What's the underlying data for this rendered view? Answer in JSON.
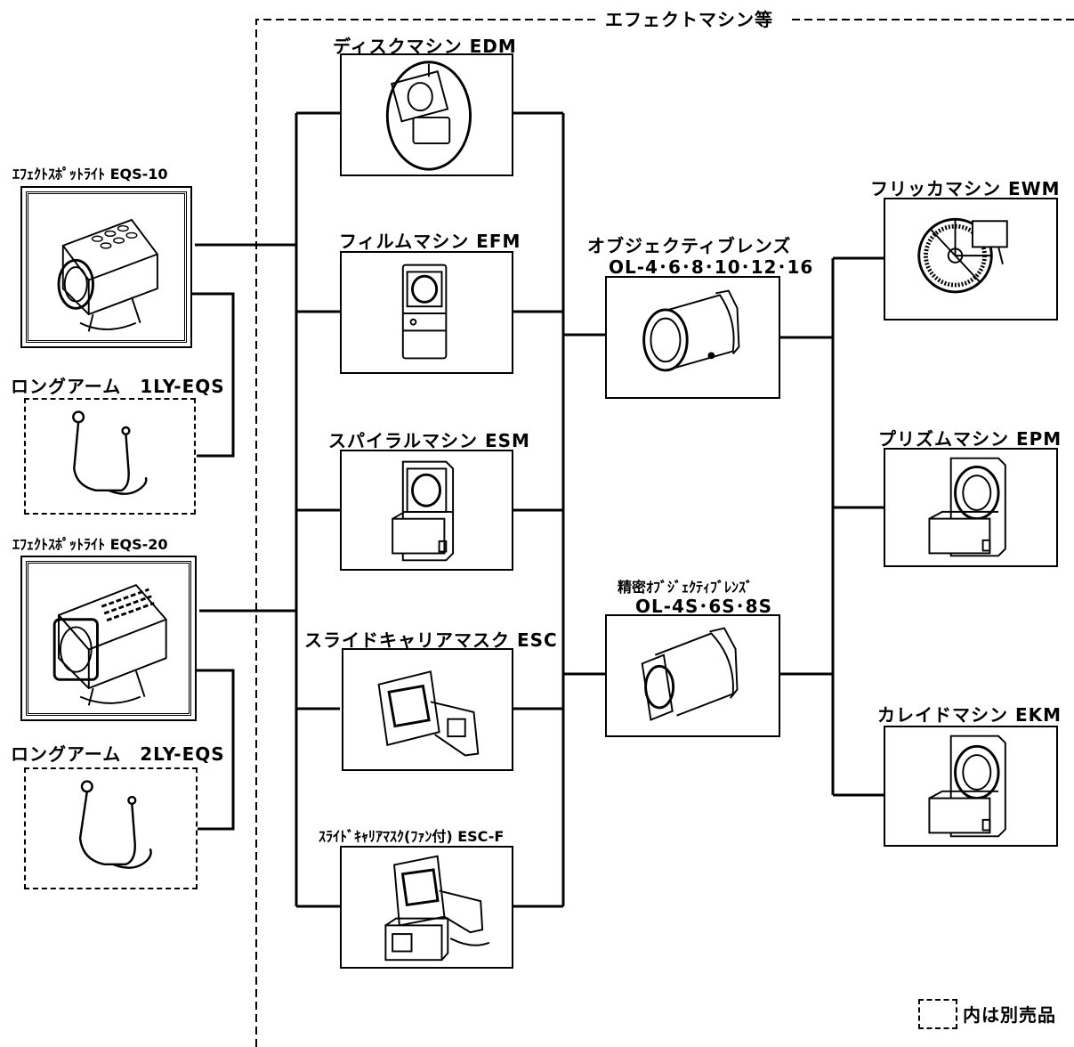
{
  "group_title": "エフェクトマシン等",
  "lights": [
    {
      "label": "ｴﾌｪｸﾄｽﾎﾟｯﾄﾗｲﾄ EQS-10"
    },
    {
      "label": "ｴﾌｪｸﾄｽﾎﾟｯﾄﾗｲﾄ EQS-20"
    }
  ],
  "arms": [
    {
      "label": "ロングアーム　1LY-EQS"
    },
    {
      "label": "ロングアーム　2LY-EQS"
    }
  ],
  "machines": [
    {
      "label": "ディスクマシン EDM"
    },
    {
      "label": "フィルムマシン EFM"
    },
    {
      "label": "スパイラルマシン ESM"
    },
    {
      "label": "スライドキャリアマスク ESC"
    },
    {
      "label": "ｽﾗｲﾄﾞｷｬﾘｱﾏｽｸ(ﾌｧﾝ付) ESC-F"
    }
  ],
  "lenses": [
    {
      "label": "オブジェクティブレンズ",
      "sub": "OL-4･6･8･10･12･16"
    },
    {
      "label": "精密ｵﾌﾞｼﾞｪｸﾃｨﾌﾞﾚﾝｽﾞ",
      "sub": "OL-4S･6S･8S"
    }
  ],
  "effects": [
    {
      "label": "フリッカマシン EWM"
    },
    {
      "label": "プリズムマシン EPM"
    },
    {
      "label": "カレイドマシン EKM"
    }
  ],
  "legend": {
    "text": "内は別売品"
  }
}
